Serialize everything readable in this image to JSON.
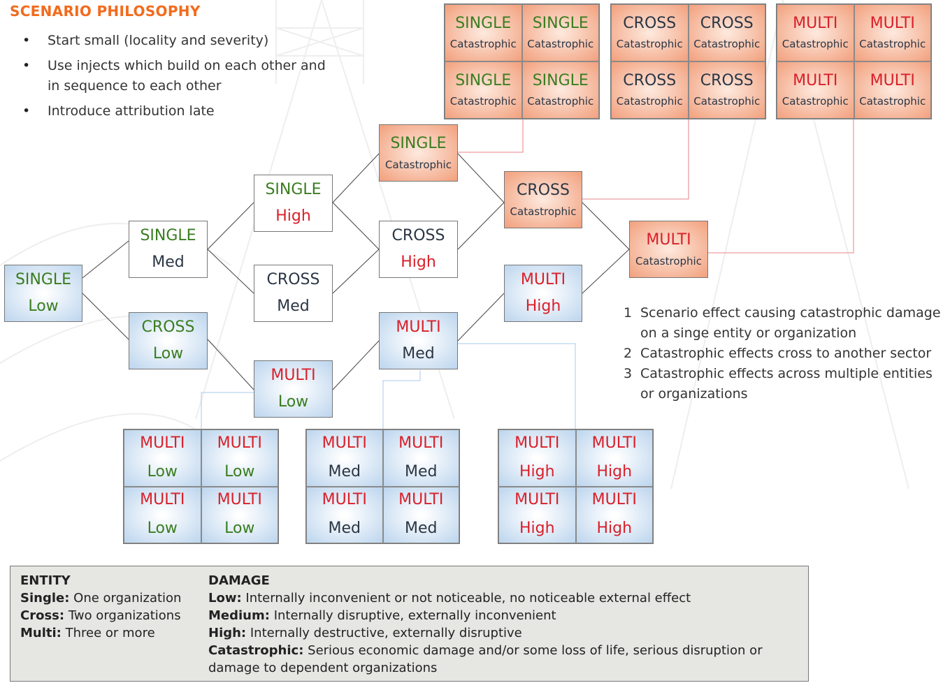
{
  "title": "SCENARIO PHILOSOPHY",
  "bullets": [
    "Start small (locality and severity)",
    "Use injects which build on each other and in sequence to each other",
    "Introduce attribution late"
  ],
  "colors": {
    "title": "#f26b1d",
    "green_text": "#3a7d20",
    "red_text": "#d9202a",
    "dark_text": "#2b3645",
    "orange_box": "#f2a07d",
    "blue_box": "#bcd5ee",
    "connector": "#444444",
    "red_connector": "#e8838a",
    "blue_connector": "#a9c8e8"
  },
  "nodes": {
    "single_low": {
      "entity": "SINGLE",
      "damage": "Low"
    },
    "single_med": {
      "entity": "SINGLE",
      "damage": "Med"
    },
    "cross_low": {
      "entity": "CROSS",
      "damage": "Low"
    },
    "single_high": {
      "entity": "SINGLE",
      "damage": "High"
    },
    "cross_med": {
      "entity": "CROSS",
      "damage": "Med"
    },
    "multi_low": {
      "entity": "MULTI",
      "damage": "Low"
    },
    "single_cat": {
      "entity": "SINGLE",
      "damage": "Catastrophic"
    },
    "cross_high": {
      "entity": "CROSS",
      "damage": "High"
    },
    "multi_med": {
      "entity": "MULTI",
      "damage": "Med"
    },
    "cross_cat": {
      "entity": "CROSS",
      "damage": "Catastrophic"
    },
    "multi_high": {
      "entity": "MULTI",
      "damage": "High"
    },
    "multi_cat": {
      "entity": "MULTI",
      "damage": "Catastrophic"
    }
  },
  "grids": {
    "single_cat": {
      "entity": "SINGLE",
      "damage": "Catastrophic"
    },
    "cross_cat": {
      "entity": "CROSS",
      "damage": "Catastrophic"
    },
    "multi_cat": {
      "entity": "MULTI",
      "damage": "Catastrophic"
    },
    "multi_low": {
      "entity": "MULTI",
      "damage": "Low"
    },
    "multi_med": {
      "entity": "MULTI",
      "damage": "Med"
    },
    "multi_high": {
      "entity": "MULTI",
      "damage": "High"
    }
  },
  "notes": [
    {
      "num": "1",
      "text": "Scenario effect causing catastrophic damage on a singe entity or organization"
    },
    {
      "num": "2",
      "text": "Catastrophic effects cross to another sector"
    },
    {
      "num": "3",
      "text": "Catastrophic effects across multiple entities or organizations"
    }
  ],
  "legend": {
    "entity_heading": "ENTITY",
    "entity_items": [
      {
        "term": "Single:",
        "desc": "One organization"
      },
      {
        "term": "Cross:",
        "desc": "Two organizations"
      },
      {
        "term": "Multi:",
        "desc": "Three or more"
      }
    ],
    "damage_heading": "DAMAGE",
    "damage_items": [
      {
        "term": "Low:",
        "desc": "Internally inconvenient or not noticeable, no noticeable external effect"
      },
      {
        "term": "Medium:",
        "desc": "Internally disruptive, externally inconvenient"
      },
      {
        "term": "High:",
        "desc": "Internally destructive, externally disruptive"
      },
      {
        "term": "Catastrophic:",
        "desc": "Serious economic damage and/or some loss of life, serious disruption or damage to dependent organizations"
      }
    ]
  }
}
